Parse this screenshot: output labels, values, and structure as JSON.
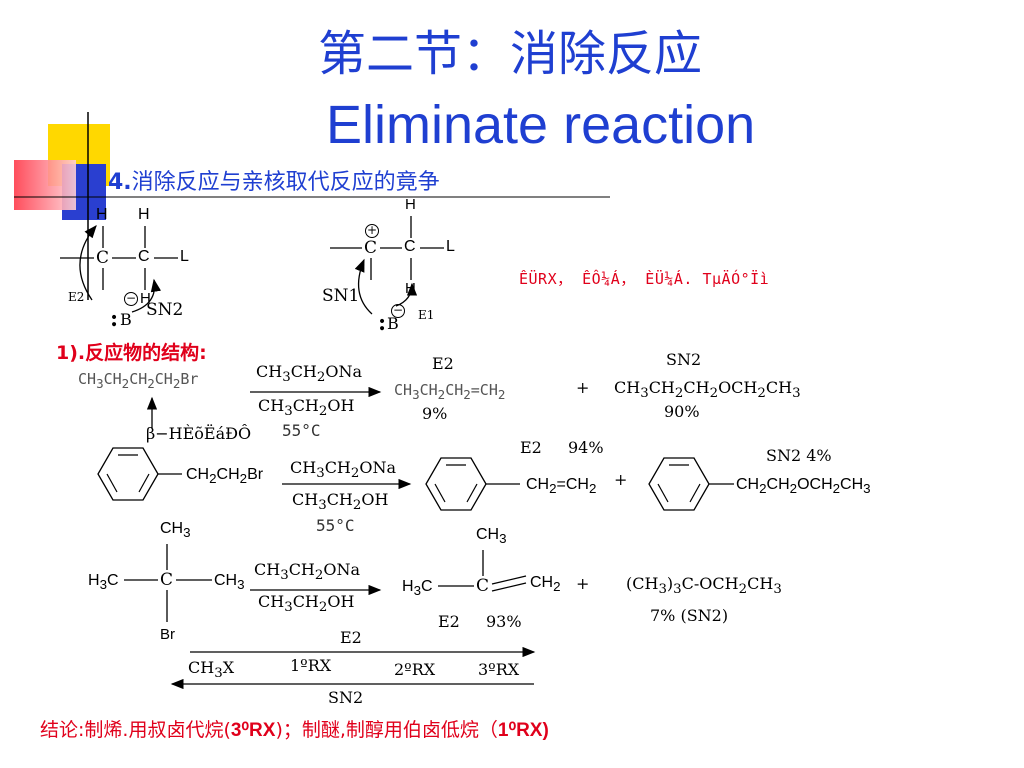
{
  "title": {
    "chinese": "第二节：消除反应",
    "english": "Eliminate  reaction"
  },
  "subtitle": {
    "number": "4.",
    "text": "消除反应与亲核取代反应的竟争"
  },
  "mechanism": {
    "left": {
      "h1": "H",
      "h2": "H",
      "c1": "C",
      "c2": "C",
      "l": "L",
      "h3": "H",
      "e2": "E2",
      "b": "B",
      "sn2": "SN2",
      "colon": ":",
      "minus": "−"
    },
    "right": {
      "h_top": "H",
      "plus": "+",
      "c1": "C",
      "c2": "C",
      "l": "L",
      "h_bottom": "H",
      "sn1": "SN1",
      "e1": "E1",
      "b": "B",
      "colon": ":",
      "minus": "−"
    }
  },
  "garbled_text": "ÊÜRX，  ÊÔ¼Á，   ÈÜ¼Á.  TµÄÓ°Ïì",
  "section_label": "1).反应物的结构:",
  "row1": {
    "reactant": "CH3CH2CH2CH2Br",
    "reagent_top": "CH3CH2ONa",
    "reagent_bottom": "CH3CH2OH",
    "temperature": "55°C",
    "e2_label": "E2",
    "e2_product": "CH3CH2CH2=CH2",
    "e2_yield": "9%",
    "plus": "+",
    "sn2_label": "SN2",
    "sn2_product": "CH3CH2CH2OCH2CH3",
    "sn2_yield": "90%",
    "beta_note": "β−HÈõËáÐÔ"
  },
  "row2": {
    "reactant": "CH2CH2Br",
    "reagent_top": "CH3CH2ONa",
    "reagent_bottom": "CH3CH2OH",
    "temperature": "55°C",
    "e2_label": "E2",
    "e2_yield": "94%",
    "e2_product": "CH2=CH2",
    "plus": "+",
    "sn2_label": "SN2 4%",
    "sn2_product": "CH2CH2OCH2CH3"
  },
  "row3": {
    "ch3_top": "CH3",
    "h3c": "H3C",
    "c": "C",
    "ch3_right": "CH3",
    "br": "Br",
    "reagent_top": "CH3CH2ONa",
    "reagent_bottom": "CH3CH2OH",
    "p_ch3_top": "CH3",
    "p_h3c": "H3C",
    "p_c": "C",
    "p_ch2": "CH2",
    "plus": "+",
    "e2_label": "E2",
    "e2_yield": "93%",
    "sn2_product": "(CH3)3C-OCH2CH3",
    "sn2_yield": "7%  (SN2)"
  },
  "trend": {
    "e2_label": "E2",
    "ch3x": "CH3X",
    "primary": "1ºRX",
    "secondary": "2ºRX",
    "tertiary": "3ºRX",
    "sn2_label": "SN2"
  },
  "conclusion": {
    "part1": "结论:制烯.用叔卤代烷(",
    "part2": "3⁰RX",
    "part3": ")；制醚,制醇用伯卤低烷（",
    "part4": "1⁰RX",
    "part5": ")"
  },
  "colors": {
    "title_blue": "#1f3fd1",
    "red": "#e0001b",
    "deco_yellow": "#ffd800",
    "deco_blue": "#2a3fd0",
    "deco_red": "#ff3a4a"
  }
}
